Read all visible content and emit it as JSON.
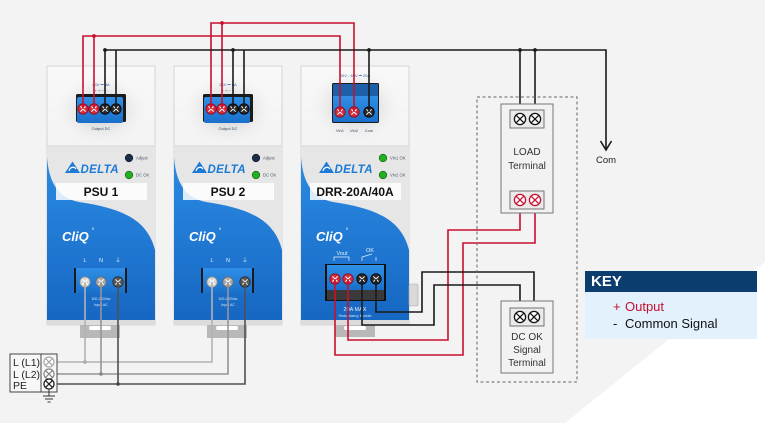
{
  "psus": [
    {
      "name": "PSU 1",
      "brand": "DELTA",
      "series": "CliQ",
      "series_mark": "II",
      "output_rating": "24V ⎓ 5A",
      "output_polarity": "+   +   −   −",
      "output_label": "Output DC",
      "leds": [
        {
          "label": "Adjust"
        },
        {
          "label": "DC OK"
        }
      ],
      "input_terminals": [
        "L",
        "N",
        "⏚"
      ],
      "input_rating": "100-240Vac",
      "input_label": "Input AC"
    },
    {
      "name": "PSU 2",
      "brand": "DELTA",
      "series": "CliQ",
      "series_mark": "II",
      "output_rating": "24V ⎓ 5A",
      "output_polarity": "+   +   −   −",
      "output_label": "Output DC",
      "leds": [
        {
          "label": "Adjust"
        },
        {
          "label": "DC OK"
        }
      ],
      "input_terminals": [
        "L",
        "N",
        "⏚"
      ],
      "input_rating": "100-240Vac",
      "input_label": "Input AC"
    }
  ],
  "redundancy_module": {
    "name": "DRR-20A/40A",
    "brand": "DELTA",
    "series": "CliQ",
    "series_mark": "II",
    "input_rating": "20V - 60V ⎓ 20A",
    "input_terminals": [
      "Vin1",
      "Vin2",
      "Com"
    ],
    "leds": [
      {
        "label": "Vin1 OK"
      },
      {
        "label": "Vin2 OK"
      }
    ],
    "output_labels": {
      "vout": "Vout",
      "ok": "OK"
    },
    "output_rating": "20A MAX",
    "module_label": "Redundancy Module"
  },
  "mains_terminal": {
    "labels": [
      "L (L1)",
      "L (L2)",
      "PE"
    ]
  },
  "load_terminal": {
    "lines": [
      "LOAD",
      "Terminal"
    ]
  },
  "dcok_terminal": {
    "lines": [
      "DC OK",
      "Signal",
      "Terminal"
    ]
  },
  "com_label": "Com",
  "key": {
    "title": "KEY",
    "items": [
      {
        "symbol": "+",
        "text": "Output"
      },
      {
        "symbol": "-",
        "text": "Common Signal"
      }
    ]
  },
  "colors": {
    "output_wire": "#c8102e",
    "common_wire": "#1a1a1a",
    "device_blue": "#1a7ad6",
    "key_header": "#0b3d6f",
    "key_body": "#e2f1fc",
    "led_green": "#22b022"
  }
}
